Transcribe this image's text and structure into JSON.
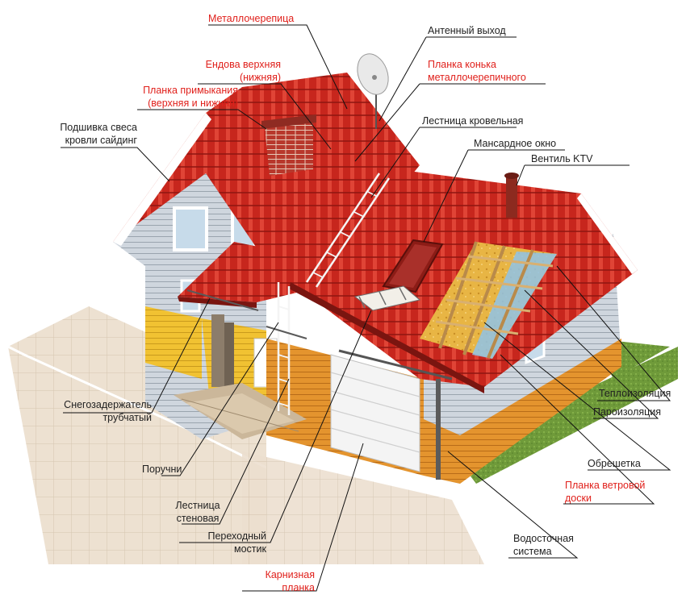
{
  "colors": {
    "red_label": "#e0201b",
    "black_label": "#222222",
    "roof": "#c7261d",
    "leader_line": "#111111"
  },
  "labels": {
    "metallocherepitsa": "Металлочерепица",
    "antenna": "Антенный выход",
    "endova_1": "Ендова верхняя",
    "endova_2": "(нижняя)",
    "konek_1": "Планка конька",
    "konek_2": "металлочерепичного",
    "primykanie_1": "Планка примыкания",
    "primykanie_2": "(верхняя и нижняя)",
    "ladder_roof": "Лестница кровельная",
    "podshivka_1": "Подшивка свеса",
    "podshivka_2": "кровли сайдинг",
    "mansard": "Мансардное окно",
    "ventil": "Вентиль KTV",
    "teplo": "Теплоизоляция",
    "paro": "Пароизоляция",
    "snow_1": "Снегозадержатель",
    "snow_2": "трубчатый",
    "handrail": "Поручни",
    "obreshetka": "Обрешетка",
    "wind_1": "Планка ветровой",
    "wind_2": "доски",
    "ladder_wall_1": "Лестница",
    "ladder_wall_2": "стеновая",
    "bridge_1": "Переходный",
    "bridge_2": "мостик",
    "drain_1": "Водосточная",
    "drain_2": "система",
    "karniz_1": "Карнизная",
    "karniz_2": "планка"
  }
}
